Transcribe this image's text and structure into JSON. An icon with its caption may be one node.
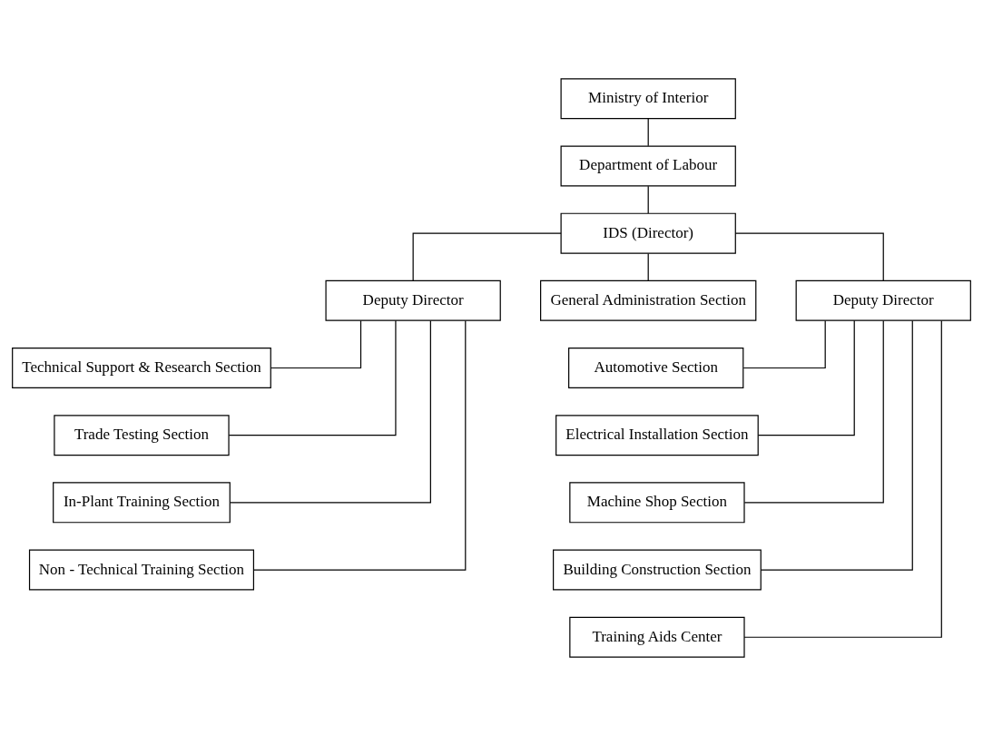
{
  "diagram": {
    "nodes": [
      {
        "text": [
          "Ministry of Interior"
        ]
      },
      {
        "text": [
          "Department of Labour"
        ]
      },
      {
        "text": [
          "IDS (Director)"
        ]
      },
      {
        "text": [
          "Deputy Director"
        ]
      },
      {
        "text": [
          "General Administration Section"
        ]
      },
      {
        "text": [
          "Deputy Director"
        ]
      },
      {
        "text": [
          "Technical Support & Research Section"
        ]
      },
      {
        "text": [
          "Trade Testing Section"
        ]
      },
      {
        "text": [
          "In-Plant Training Section"
        ]
      },
      {
        "text": [
          "Non - Technical Training Section"
        ]
      },
      {
        "text": [
          "Automotive Section"
        ]
      },
      {
        "text": [
          "Electrical Installation Section"
        ]
      },
      {
        "text": [
          "Machine Shop Section"
        ]
      },
      {
        "text": [
          "Building Construction Section"
        ]
      },
      {
        "text": [
          "Training Aids Center"
        ]
      }
    ],
    "edges": [
      {
        "from": 0,
        "to": 1,
        "arrow": "none"
      },
      {
        "from": 1,
        "to": 2,
        "arrow": "none"
      },
      {
        "from": 2,
        "to": 3,
        "arrow": "none"
      },
      {
        "from": 2,
        "to": 4,
        "arrow": "none"
      },
      {
        "from": 2,
        "to": 5,
        "arrow": "none"
      },
      {
        "from": 3,
        "to": 6,
        "arrow": "none"
      },
      {
        "from": 3,
        "to": 7,
        "arrow": "none"
      },
      {
        "from": 3,
        "to": 8,
        "arrow": "none"
      },
      {
        "from": 3,
        "to": 9,
        "arrow": "none"
      },
      {
        "from": 5,
        "to": 10,
        "arrow": "none"
      },
      {
        "from": 5,
        "to": 11,
        "arrow": "none"
      },
      {
        "from": 5,
        "to": 12,
        "arrow": "none"
      },
      {
        "from": 5,
        "to": 13,
        "arrow": "none"
      },
      {
        "from": 5,
        "to": 14,
        "arrow": "none"
      }
    ]
  }
}
